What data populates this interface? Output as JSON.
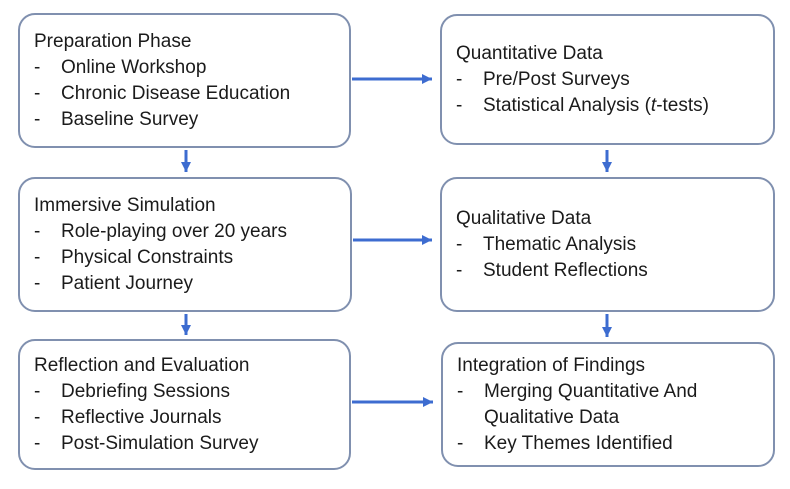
{
  "diagram": {
    "bullet_marker": "-",
    "colors": {
      "arrow": "#3D6CD0",
      "box_border": "#8090AF",
      "text": "#1b1b1b",
      "background": "#ffffff"
    },
    "boxes": [
      {
        "title": "Preparation Phase",
        "bullets": [
          "Online Workshop",
          "Chronic Disease Education",
          "Baseline Survey"
        ]
      },
      {
        "title": "Quantitative Data",
        "bullets": [
          "Pre/Post Surveys"
        ],
        "bullet_rich": {
          "pre": "Statistical Analysis (",
          "italic": "t",
          "post": "-tests)"
        }
      },
      {
        "title": "Immersive Simulation",
        "bullets": [
          "Role-playing over 20 years",
          "Physical Constraints",
          "Patient Journey"
        ]
      },
      {
        "title": "Qualitative Data",
        "bullets": [
          "Thematic Analysis",
          "Student Reflections"
        ]
      },
      {
        "title": "Reflection and Evaluation",
        "bullets": [
          "Debriefing Sessions",
          "Reflective Journals",
          "Post-Simulation Survey"
        ]
      },
      {
        "title": "Integration of Findings",
        "bullets": [
          "Merging Quantitative And Qualitative Data",
          "Key Themes Identified"
        ]
      }
    ]
  }
}
